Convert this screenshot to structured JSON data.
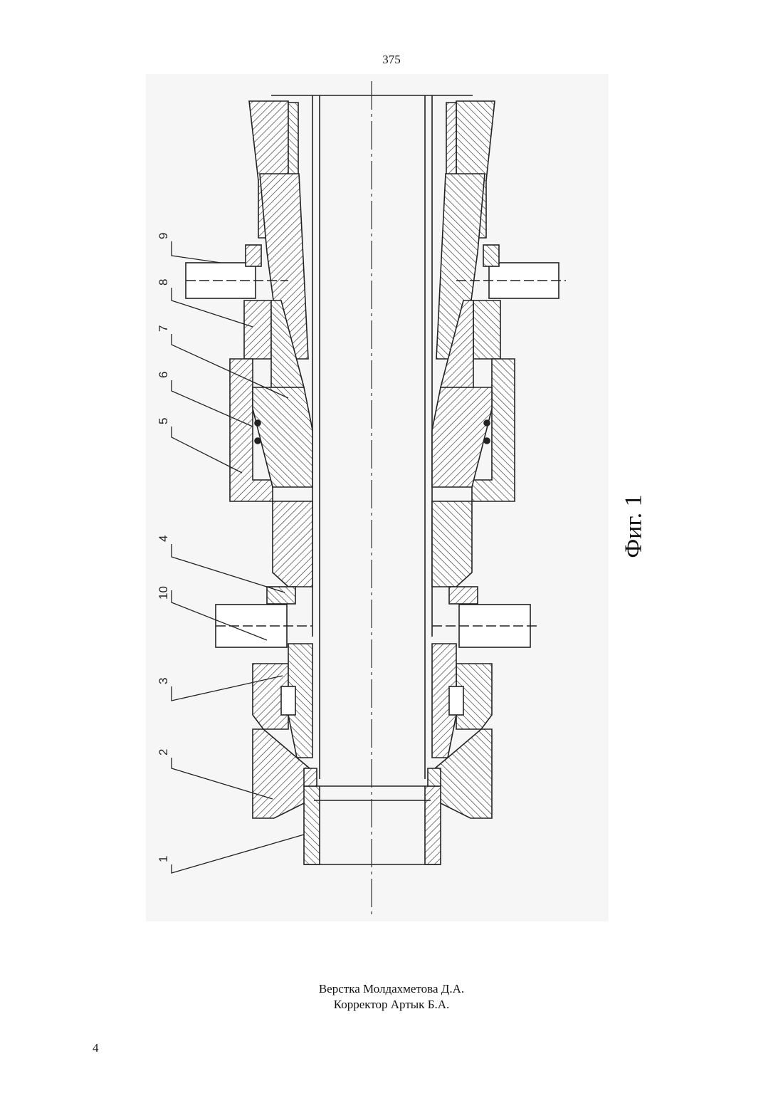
{
  "header": {
    "page_number": "375"
  },
  "figure": {
    "caption": "Фиг. 1",
    "part_labels": [
      "9",
      "8",
      "7",
      "6",
      "5",
      "4",
      "10",
      "3",
      "2",
      "1"
    ]
  },
  "credits": {
    "layout": "Верстка Молдахметова Д.А.",
    "corrector": "Корректор Артык Б.А."
  },
  "footer": {
    "page_number": "4"
  }
}
